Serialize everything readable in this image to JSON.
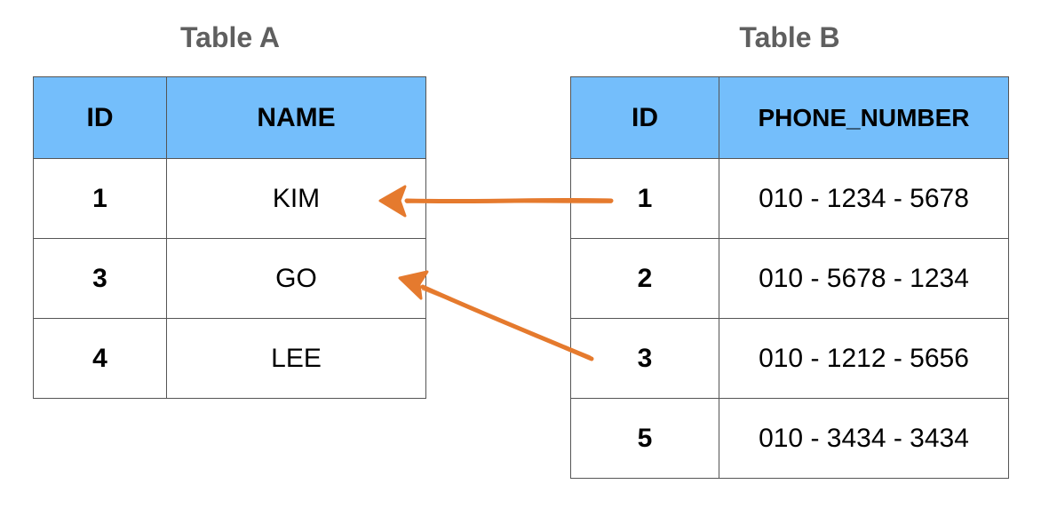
{
  "table_a": {
    "title": "Table A",
    "headers": [
      "ID",
      "NAME"
    ],
    "rows": [
      {
        "id": "1",
        "name": "KIM"
      },
      {
        "id": "3",
        "name": "GO"
      },
      {
        "id": "4",
        "name": "LEE"
      }
    ]
  },
  "table_b": {
    "title": "Table B",
    "headers": [
      "ID",
      "PHONE_NUMBER"
    ],
    "rows": [
      {
        "id": "1",
        "phone": "010 - 1234 - 5678"
      },
      {
        "id": "2",
        "phone": "010 - 5678 - 1234"
      },
      {
        "id": "3",
        "phone": "010 - 1212 - 5656"
      },
      {
        "id": "5",
        "phone": "010 - 3434 - 3434"
      }
    ]
  },
  "arrows": [
    {
      "from": "table_b.id.1",
      "to": "table_a.name.KIM"
    },
    {
      "from": "table_b.id.3",
      "to": "table_a.name.GO"
    }
  ],
  "colors": {
    "header_bg": "#74befb",
    "title": "#5f5f5f",
    "arrow": "#e57a2e"
  }
}
